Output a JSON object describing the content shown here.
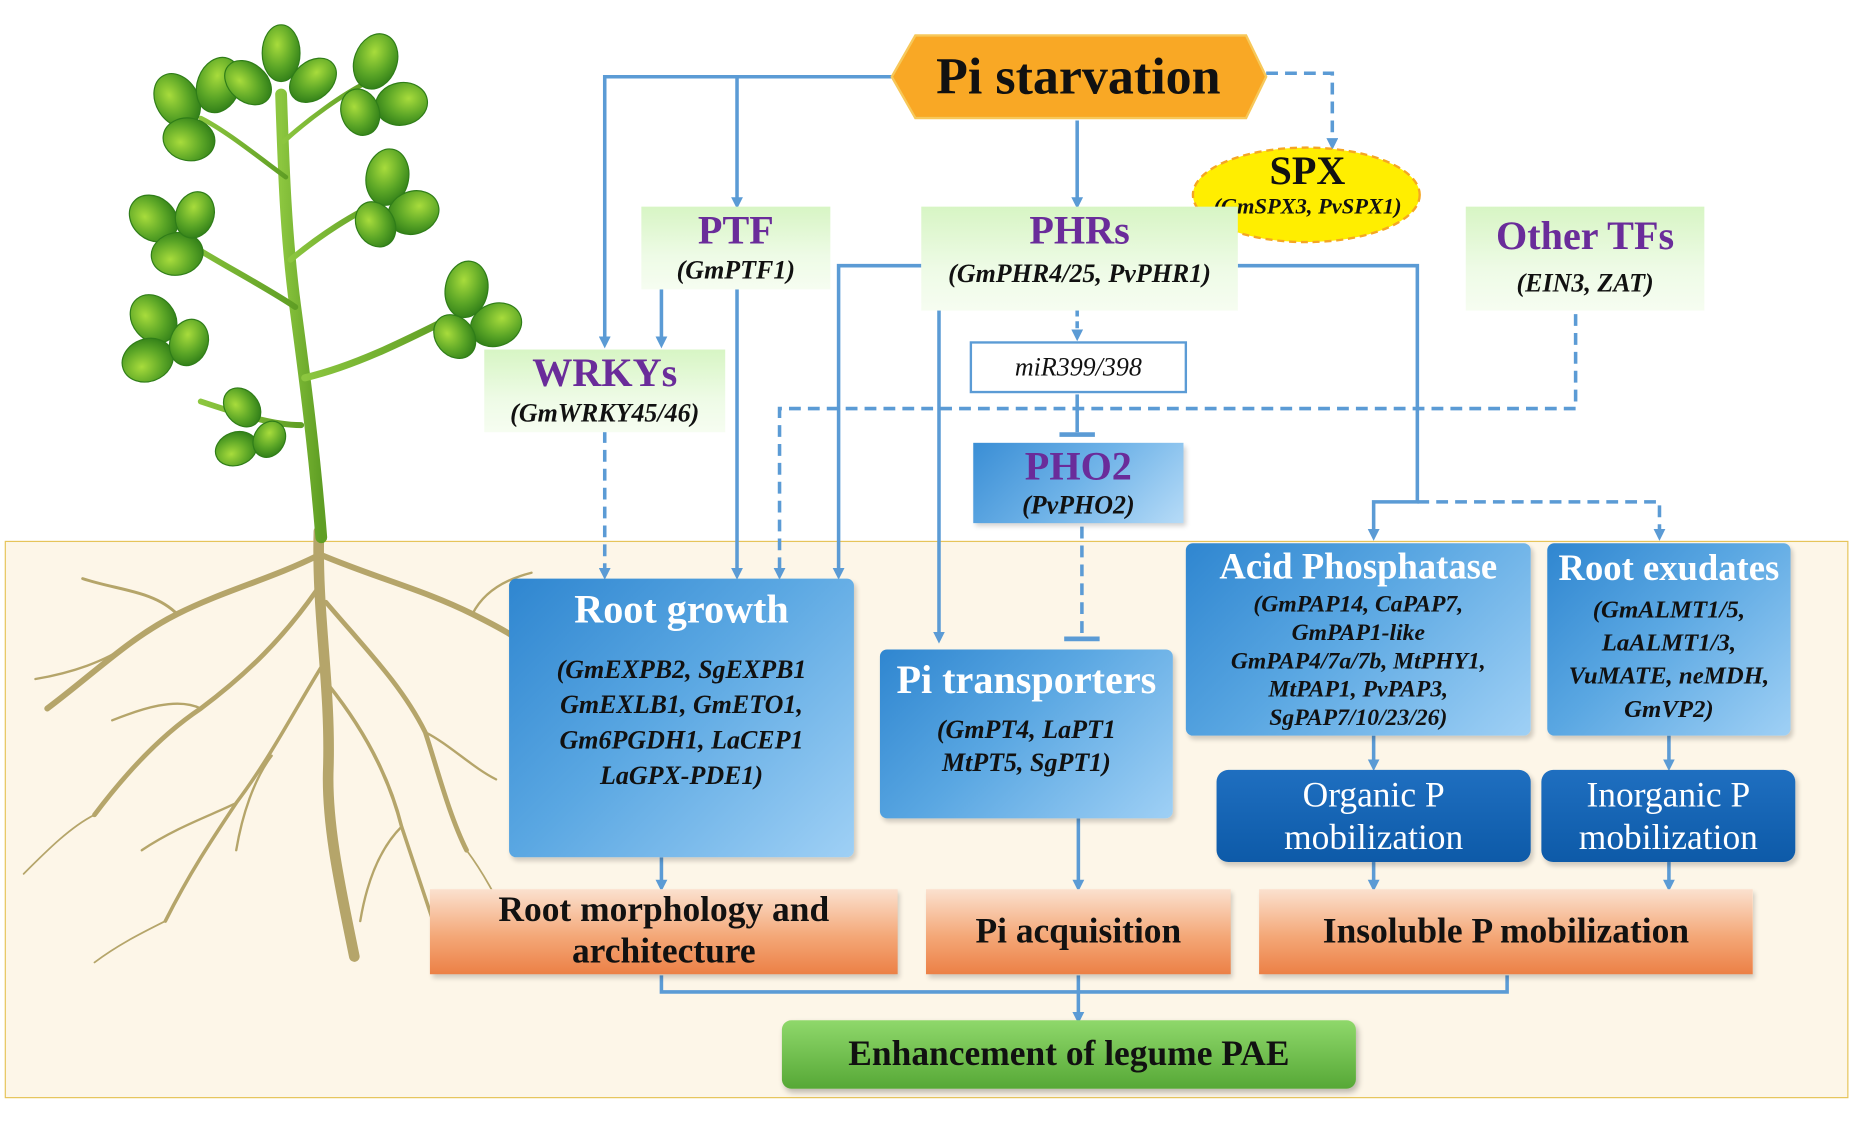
{
  "top": {
    "title": "Pi starvation"
  },
  "spx": {
    "title": "SPX",
    "genes": "(GmSPX3, PvSPX1)"
  },
  "ptf": {
    "title": "PTF",
    "genes": "(GmPTF1)"
  },
  "phrs": {
    "title": "PHRs",
    "genes": "(GmPHR4/25, PvPHR1)"
  },
  "other_tfs": {
    "title": "Other TFs",
    "genes": "(EIN3, ZAT)"
  },
  "wrkys": {
    "title": "WRKYs",
    "genes": "(GmWRKY45/46)"
  },
  "mir": {
    "label": "miR399/398"
  },
  "pho2": {
    "title": "PHO2",
    "genes": "(PvPHO2)"
  },
  "root_growth": {
    "title": "Root growth",
    "genes": [
      "(GmEXPB2, SgEXPB1",
      "GmEXLB1, GmETO1,",
      "Gm6PGDH1, LaCEP1",
      "LaGPX-PDE1)"
    ]
  },
  "pi_transporters": {
    "title": "Pi transporters",
    "genes": [
      "(GmPT4, LaPT1",
      "MtPT5, SgPT1)"
    ]
  },
  "acid_phosphatase": {
    "title": "Acid Phosphatase",
    "genes": [
      "(GmPAP14, CaPAP7,",
      "GmPAP1-like",
      "GmPAP4/7a/7b, MtPHY1,",
      "MtPAP1, PvPAP3,",
      "SgPAP7/10/23/26)"
    ]
  },
  "root_exudates": {
    "title": "Root exudates",
    "genes": [
      "(GmALMT1/5,",
      "LaALMT1/3,",
      "VuMATE,  neMDH,",
      "GmVP2)"
    ]
  },
  "organic_p": {
    "line1": "Organic  P",
    "line2": "mobilization"
  },
  "inorganic_p": {
    "line1": "Inorganic P",
    "line2": "mobilization"
  },
  "outcomes": {
    "root_morph_1": "Root morphology and",
    "root_morph_2": "architecture",
    "pi_acq": "Pi acquisition",
    "insoluble": "Insoluble P mobilization"
  },
  "final": {
    "label": "Enhancement of legume PAE"
  },
  "colors": {
    "arrow": "#5b9bd5",
    "title_purple": "#6a2c9a",
    "hexagon": "#f9a825",
    "spx_fill": "#ffee00",
    "soil_border": "#e6c45a"
  }
}
